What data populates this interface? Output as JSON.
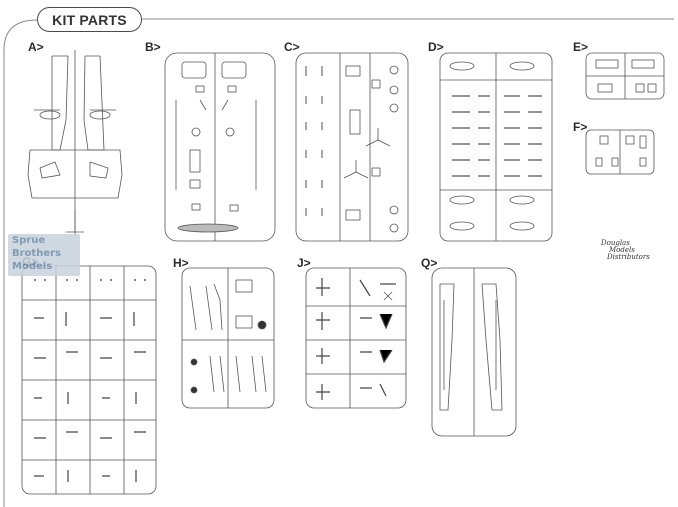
{
  "title": "KIT PARTS",
  "sprues": [
    {
      "id": "A",
      "label": "A>"
    },
    {
      "id": "B",
      "label": "B>"
    },
    {
      "id": "C",
      "label": "C>"
    },
    {
      "id": "D",
      "label": "D>"
    },
    {
      "id": "E",
      "label": "E>"
    },
    {
      "id": "F",
      "label": "F>"
    },
    {
      "id": "G",
      "label": "G>"
    },
    {
      "id": "H",
      "label": "H>"
    },
    {
      "id": "J",
      "label": "J>"
    },
    {
      "id": "Q",
      "label": "Q>"
    }
  ],
  "watermark": {
    "line1": "Sprue",
    "line2": "Brothers",
    "line3": "Models"
  },
  "distributor": {
    "line1": "Douglas",
    "line2": "Models",
    "line3": "Distributors"
  },
  "colors": {
    "line": "#555555",
    "frame": "#888888"
  }
}
